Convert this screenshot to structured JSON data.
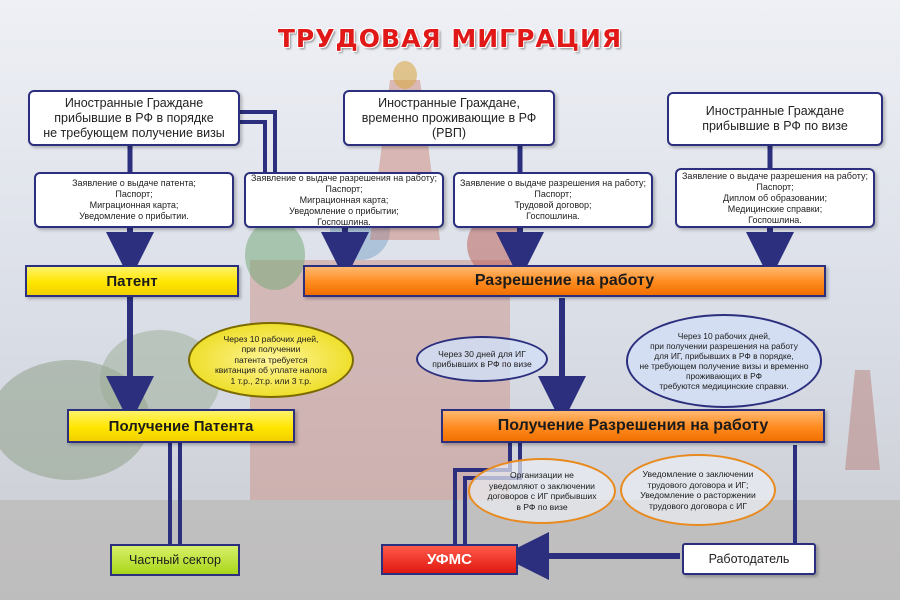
{
  "title": "ТРУДОВАЯ МИГРАЦИЯ",
  "groups": {
    "visa_free": "Иностранные Граждане\nприбывшие в РФ в порядке\nне требующем получение визы",
    "rvp": "Иностранные Граждане,\nвременно проживающие в РФ\n(РВП)",
    "visa": "Иностранные Граждане\nприбывшие в РФ по визе"
  },
  "documents": {
    "patent_docs": "Заявление о выдаче патента;\nПаспорт;\nМиграционная карта;\nУведомление о прибытии.",
    "permit_docs_visa_free": "Заявление о выдаче разрешения на работу;\nПаспорт;\nМиграционная карта;\nУведомление о прибытии;\nГоспошлина.",
    "permit_docs_rvp": "Заявление о выдаче разрешения на работу;\nПаспорт;\nТрудовой договор;\nГоспошлина.",
    "permit_docs_visa": "Заявление о выдаче разрешения на работу;\nПаспорт;\nДиплом об образовании;\nМедицинские справки;\nГоспошлина."
  },
  "stages": {
    "patent": "Патент",
    "work_permit": "Разрешение на работу",
    "patent_receipt": "Получение Патента",
    "work_permit_receipt": "Получение Разрешения на работу",
    "private_sector": "Частный сектор",
    "ufms": "УФМС",
    "employer": "Работодатель"
  },
  "notes": {
    "patent_tax": "Через 10 рабочих дней,\nпри получении\nпатента требуется\nквитанция об уплате налога\n1 т.р., 2т.р. или 3 т.р.",
    "visa_30_days": "Через 30 дней для ИГ\nприбывших в РФ по визе",
    "medical": "Через 10 рабочих дней,\nпри получении разрешения на работу\nдля ИГ, прибывших в РФ в порядке,\nне требующем получение визы и временно\nпроживающих в РФ\nтребуются медицинские справки.",
    "orgs_not_notify": "Организации не\nуведомляют о заключении\nдоговоров с ИГ прибывших\nв РФ по визе",
    "notify_contract": "Уведомление о заключении\nтрудового договора и ИГ;\nУведомление о расторжении\nтрудового договора  с ИГ"
  },
  "colors": {
    "title": "#e01818",
    "border": "#2b2f7e",
    "arrow": "#2b2f7e",
    "patent": "#ffe600",
    "permit": "#ff8a1e",
    "private_sector": "#a8d61a",
    "ufms": "#e01810"
  }
}
